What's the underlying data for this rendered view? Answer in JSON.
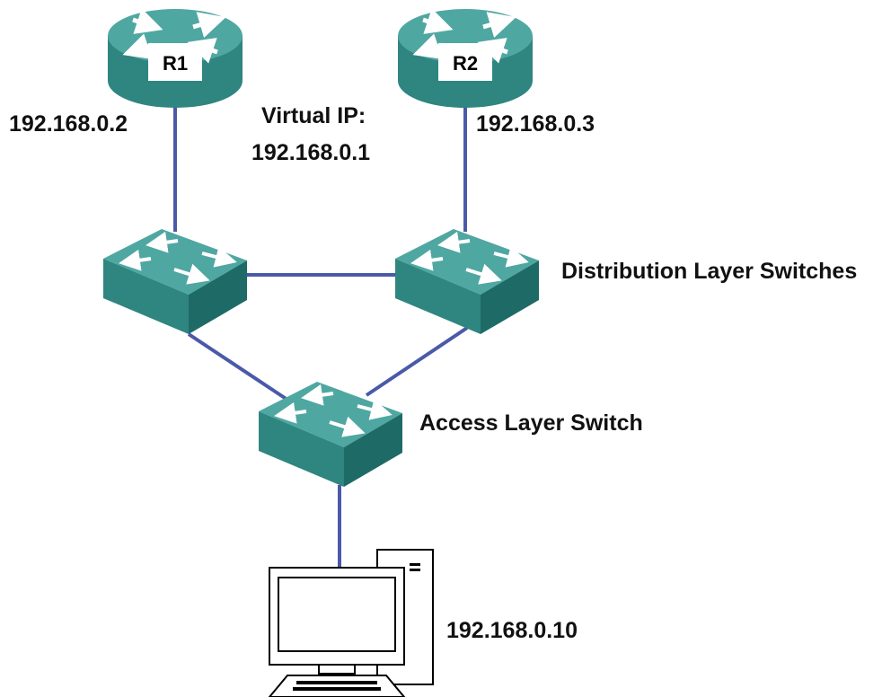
{
  "routers": [
    {
      "name": "R1",
      "ip": "192.168.0.2"
    },
    {
      "name": "R2",
      "ip": "192.168.0.3"
    }
  ],
  "virtual_ip": {
    "label": "Virtual IP:",
    "value": "192.168.0.1"
  },
  "distribution_label": "Distribution Layer Switches",
  "access_label": "Access Layer Switch",
  "pc_ip": "192.168.0.10",
  "colors": {
    "link": "#4a5aa8",
    "device_top": "#4fa7a2",
    "device_front": "#2f8580",
    "device_side": "#1e6a66"
  }
}
